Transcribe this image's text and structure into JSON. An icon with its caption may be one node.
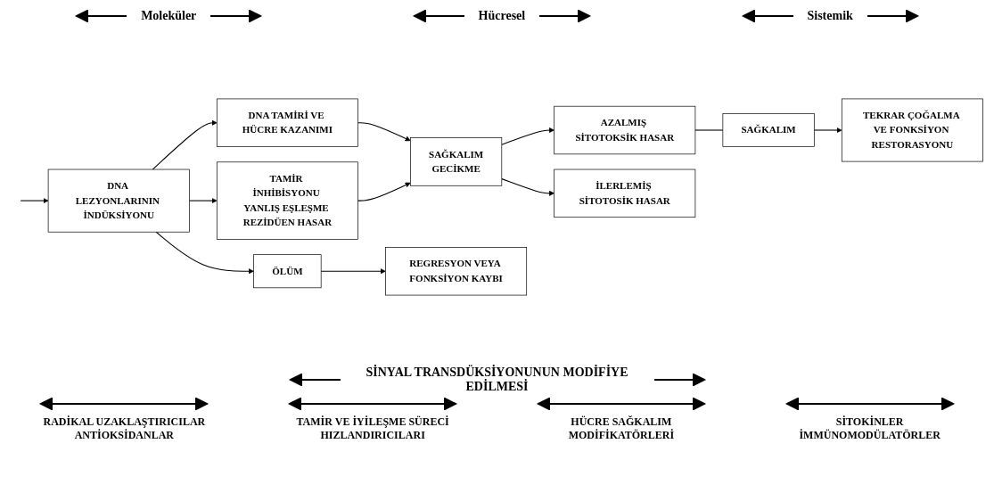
{
  "diagram": {
    "nodes": [
      {
        "text": [
          "DNA LEZYONLARININ İNDÜKSİYONU"
        ]
      },
      {
        "text": [
          "DNA TAMİRİ VE HÜCRE KAZANIMI"
        ]
      },
      {
        "text": [
          "TAMİR İNHİBİSYONU YANLIŞ EŞLEŞME REZİDÜEN HASAR"
        ]
      },
      {
        "text": [
          "SAĞKALIM",
          "GECİKME"
        ]
      },
      {
        "text": [
          "AZALMIŞ SİTOTOKSİK HASAR"
        ]
      },
      {
        "text": [
          "İLERLEMİŞ SİTOTOSİK HASAR"
        ]
      },
      {
        "text": [
          "SAĞKALIM"
        ]
      },
      {
        "text": [
          "ÖLÜM"
        ]
      },
      {
        "text": [
          "TEKRAR ÇOĞALMA VE FONKSİYON RESTORASYONU"
        ]
      },
      {
        "text": [
          "REGRESYON VEYA FONKSİYON KAYBI"
        ]
      }
    ],
    "edges": [
      {
        "from": null,
        "to": 0,
        "arrow": "to"
      },
      {
        "from": 0,
        "to": 1,
        "arrow": "to"
      },
      {
        "from": 0,
        "to": 2,
        "arrow": "to"
      },
      {
        "from": 0,
        "to": 7,
        "arrow": "to"
      },
      {
        "from": 1,
        "to": 3,
        "arrow": "to"
      },
      {
        "from": 2,
        "to": 3,
        "arrow": "to"
      },
      {
        "from": 3,
        "to": 4,
        "arrow": "to"
      },
      {
        "from": 3,
        "to": 5,
        "arrow": "to"
      },
      {
        "from": 4,
        "to": 6,
        "arrow": "none"
      },
      {
        "from": 6,
        "to": 8,
        "arrow": "to"
      },
      {
        "from": 7,
        "to": 9,
        "arrow": "to"
      }
    ],
    "labels": [
      "Moleküler",
      "Hücresel",
      "Sistemik",
      "SİNYAL TRANSDÜKSİYONUNUN MODİFİYE EDİLMESİ",
      "RADİKAL UZAKLAŞTIRICILAR ANTİOKSİDANLAR",
      "TAMİR VE İYİLEŞME SÜRECİ HIZLANDIRICILARI",
      "HÜCRE SAĞKALIM MODİFİKATÖRLERİ",
      "SİTOKİNLER İMMÜNOMODÜLATÖRLER"
    ]
  }
}
